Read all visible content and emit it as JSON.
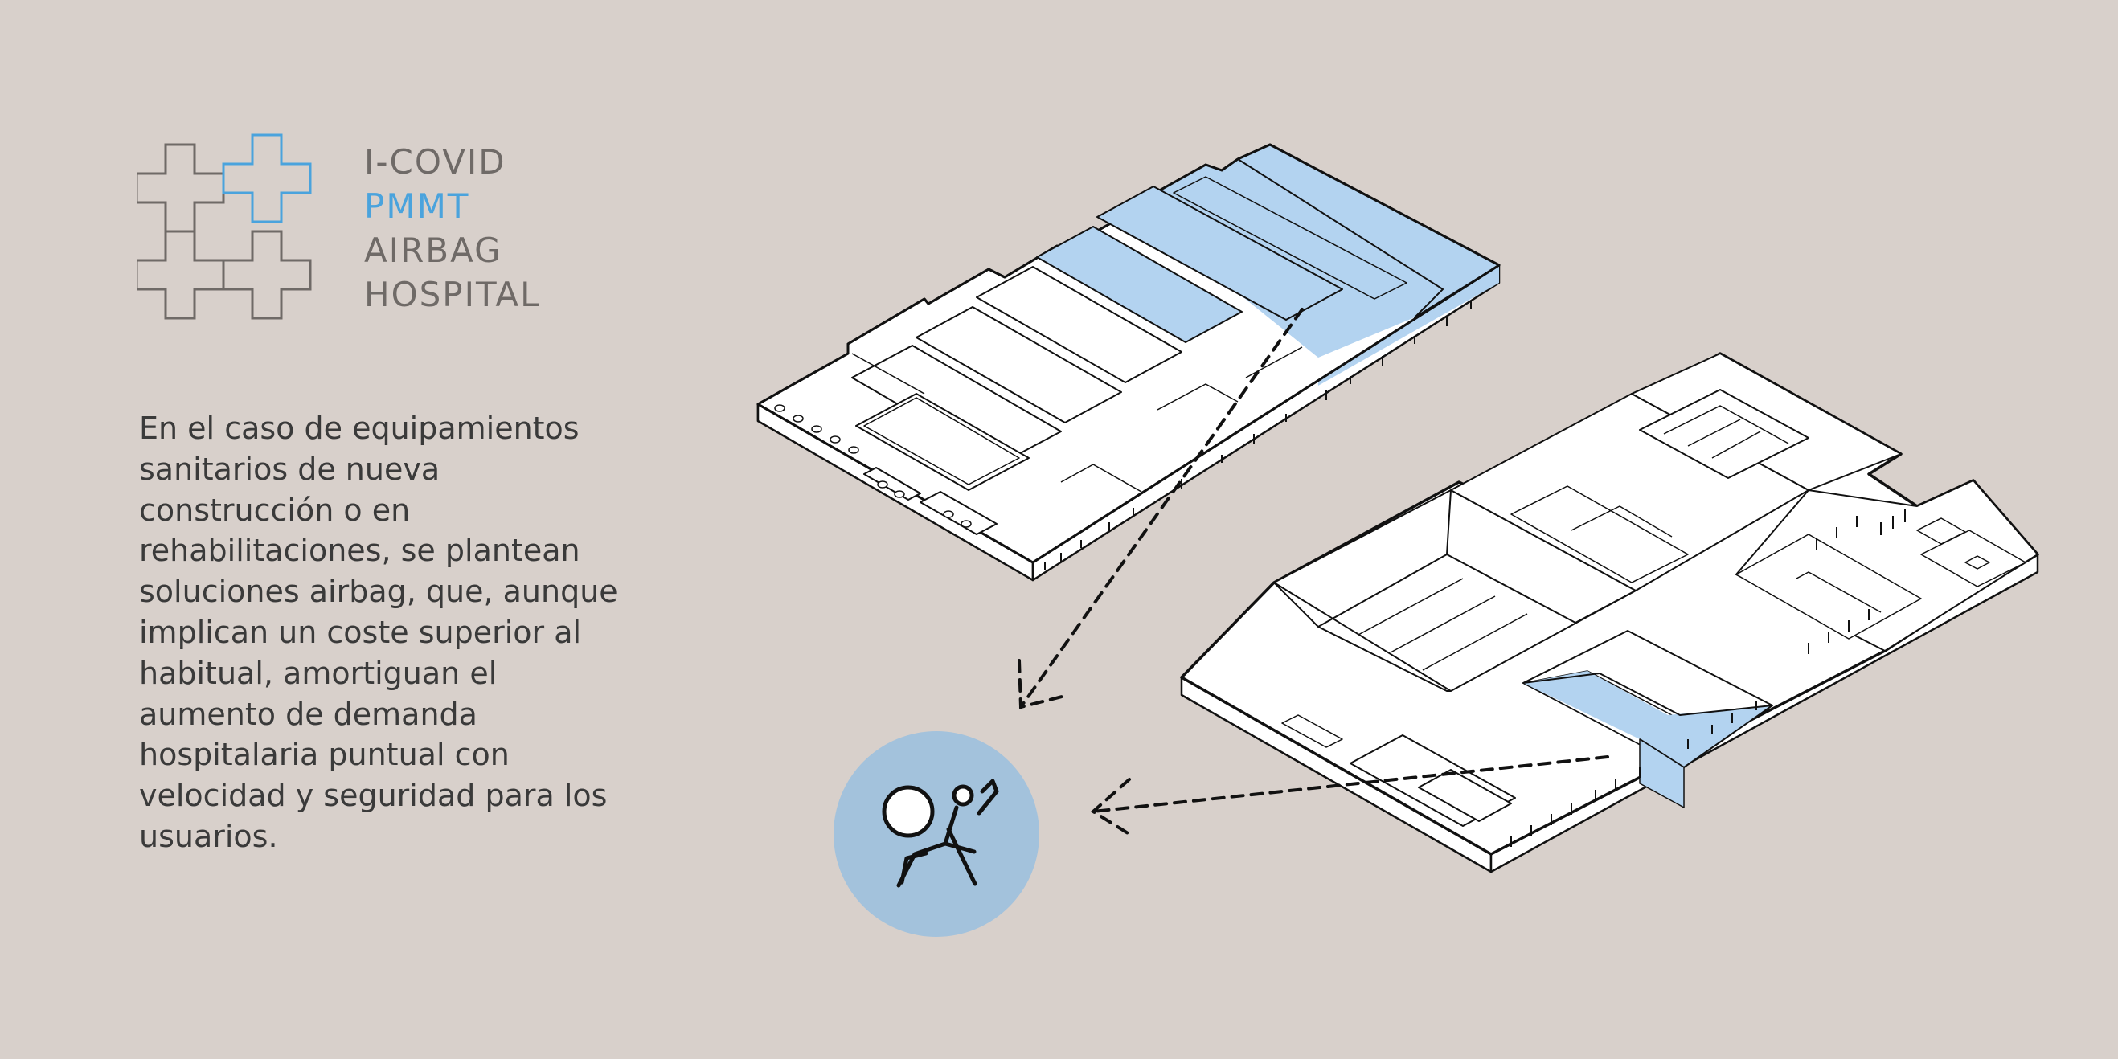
{
  "logo": {
    "line1": "I-COVID",
    "line2": "PMMT",
    "line3": "AIRBAG",
    "line4": "HOSPITAL",
    "accent_color": "#4aa3dd",
    "text_color": "#6f6a67"
  },
  "description": "En el caso de equipamientos sanitarios de nueva construcción o en rehabilitaciones, se plantean soluciones airbag, que, aunque implican un coste superior al habitual, amortiguan el aumento de demanda hospitalaria puntual con velocidad y seguridad para los usuarios.",
  "colors": {
    "background": "#d8d0cb",
    "highlight": "#b3d3f0",
    "airbag_circle": "#a3c2dc",
    "line": "#111111"
  },
  "icons": {
    "logo": "crosses-logo-icon",
    "airbag": "airbag-deploy-icon"
  }
}
